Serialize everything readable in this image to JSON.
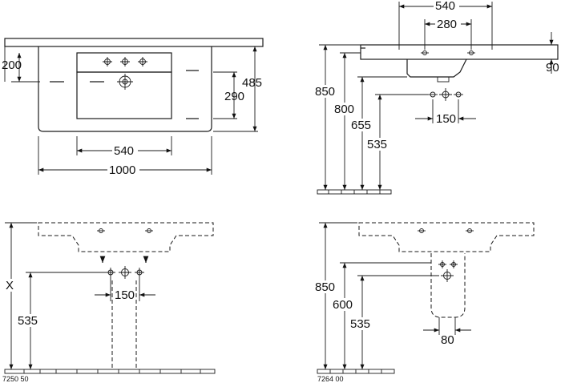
{
  "views": {
    "top": {
      "width_total": "1000",
      "width_bowl": "540",
      "depth": "485",
      "bowl_depth": "290",
      "tap_offset": "200"
    },
    "side": {
      "overall_height": "850",
      "rim_height": "800",
      "underside_height": "655",
      "outlet_height": "535",
      "tap_spacing": "540",
      "tap_spacing_inner": "280",
      "rim_thickness": "90",
      "outlet_spacing": "150"
    },
    "front_a": {
      "variable_height": "X",
      "outlet_height": "535",
      "outlet_spacing": "150",
      "code": "7250 50"
    },
    "front_b": {
      "overall_height": "850",
      "top_height": "600",
      "outlet_height": "535",
      "siphon_width": "80",
      "code": "7264 00"
    }
  }
}
